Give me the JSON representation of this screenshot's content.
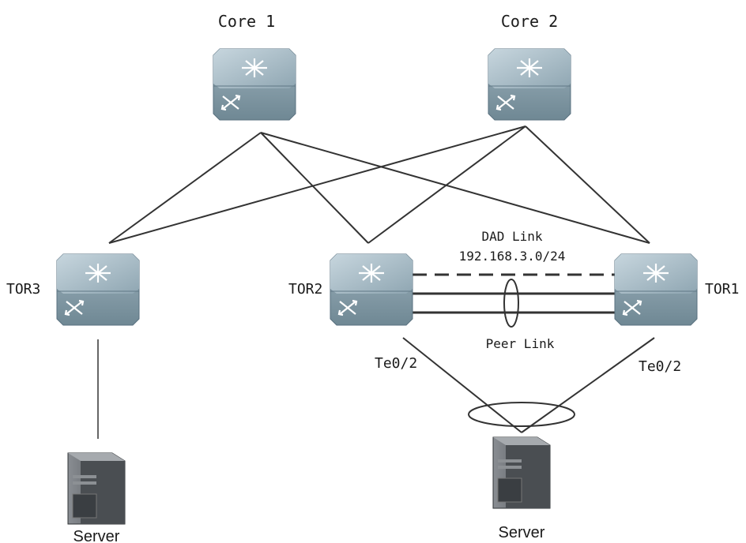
{
  "diagram": {
    "devices": {
      "core1": {
        "label": "Core 1",
        "icon": "switch-icon"
      },
      "core2": {
        "label": "Core 2",
        "icon": "switch-icon"
      },
      "tor1": {
        "label": "TOR1",
        "icon": "switch-icon"
      },
      "tor2": {
        "label": "TOR2",
        "icon": "switch-icon"
      },
      "tor3": {
        "label": "TOR3",
        "icon": "switch-icon"
      },
      "server_left": {
        "label": "Server",
        "icon": "server-icon"
      },
      "server_right": {
        "label": "Server",
        "icon": "server-icon"
      }
    },
    "links": {
      "dad_link_label": "DAD Link",
      "dad_link_subnet": "192.168.3.0/24",
      "peer_link_label": "Peer Link"
    },
    "ports": {
      "tor2_port": "Te0/2",
      "tor1_port": "Te0/2"
    },
    "colors": {
      "switch_top": "#a9bcc6",
      "switch_side": "#7f98a5",
      "line": "#333333",
      "server_body": "#6b6f74"
    }
  }
}
